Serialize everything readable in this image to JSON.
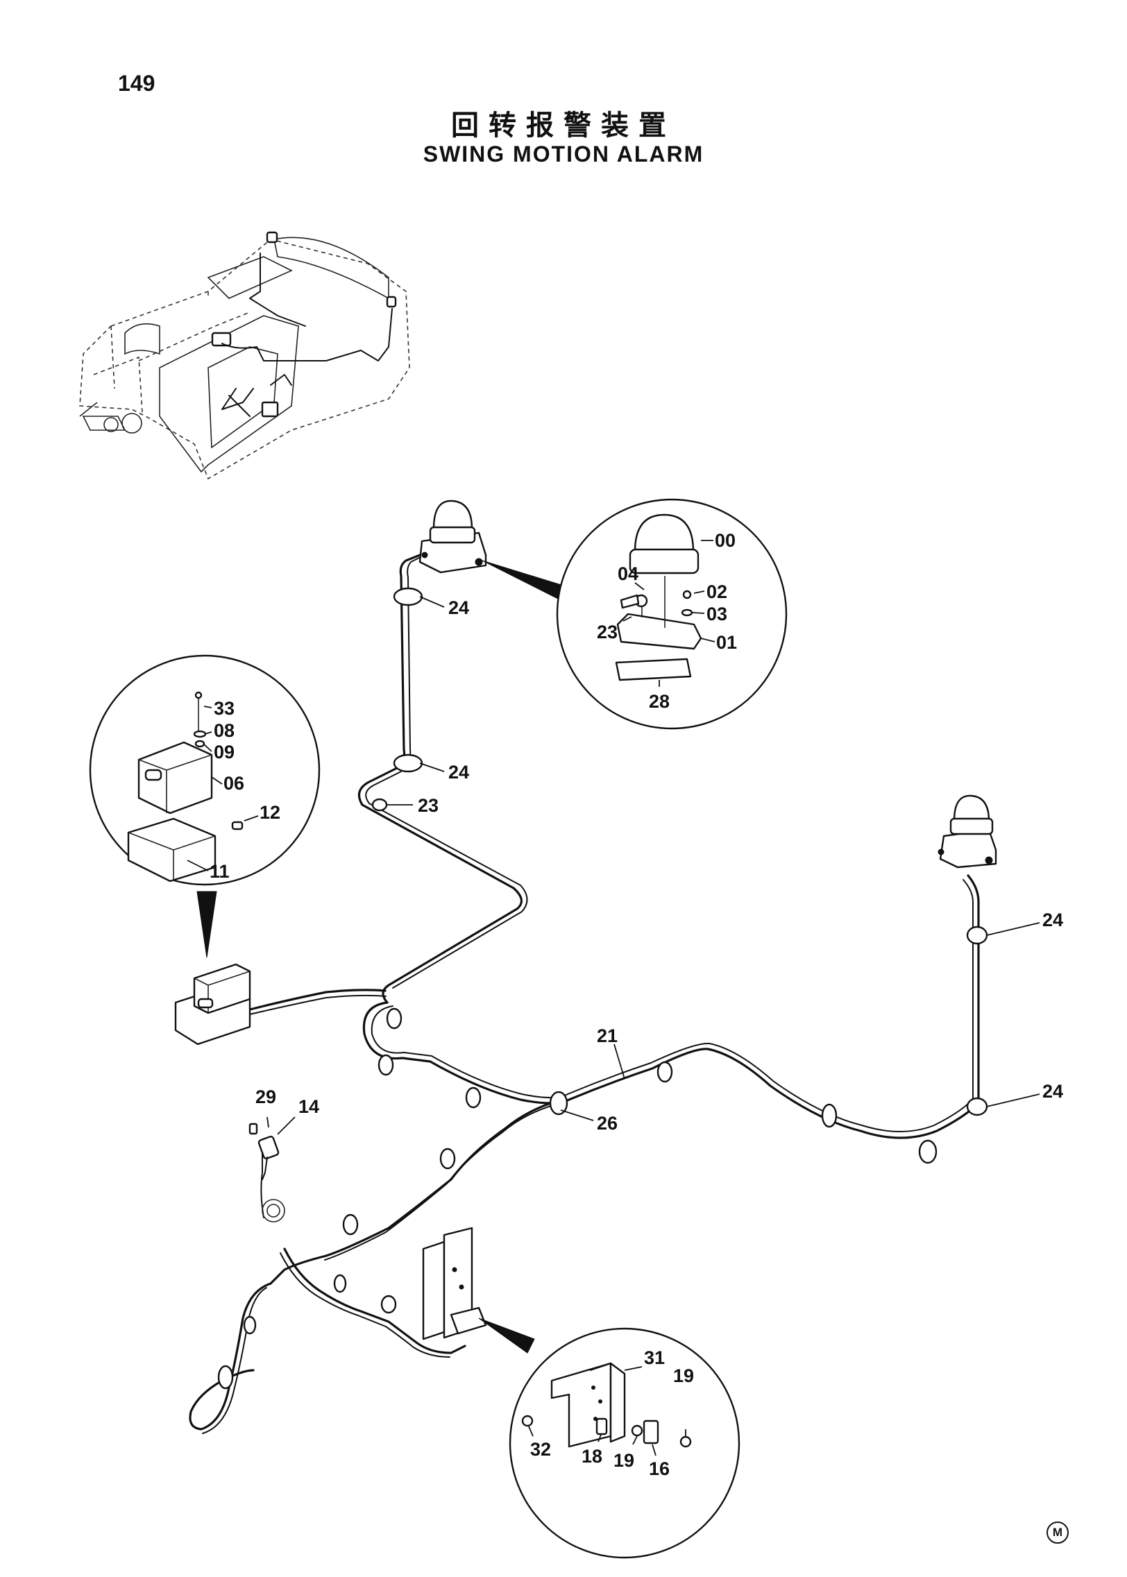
{
  "page": {
    "number": "149",
    "title_cn": "回转报警装置",
    "title_en": "SWING MOTION ALARM",
    "corner_mark": "M"
  },
  "callouts": {
    "c00": "00",
    "c01": "01",
    "c02": "02",
    "c03": "03",
    "c04": "04",
    "c06": "06",
    "c08": "08",
    "c09": "09",
    "c11": "11",
    "c12": "12",
    "c14": "14",
    "c16": "16",
    "c18": "18",
    "c19a": "19",
    "c19b": "19",
    "c21": "21",
    "c23a": "23",
    "c23b": "23",
    "c24a": "24",
    "c24b": "24",
    "c24c": "24",
    "c24d": "24",
    "c26": "26",
    "c28": "28",
    "c29": "29",
    "c31": "31",
    "c32": "32",
    "c33": "33"
  }
}
